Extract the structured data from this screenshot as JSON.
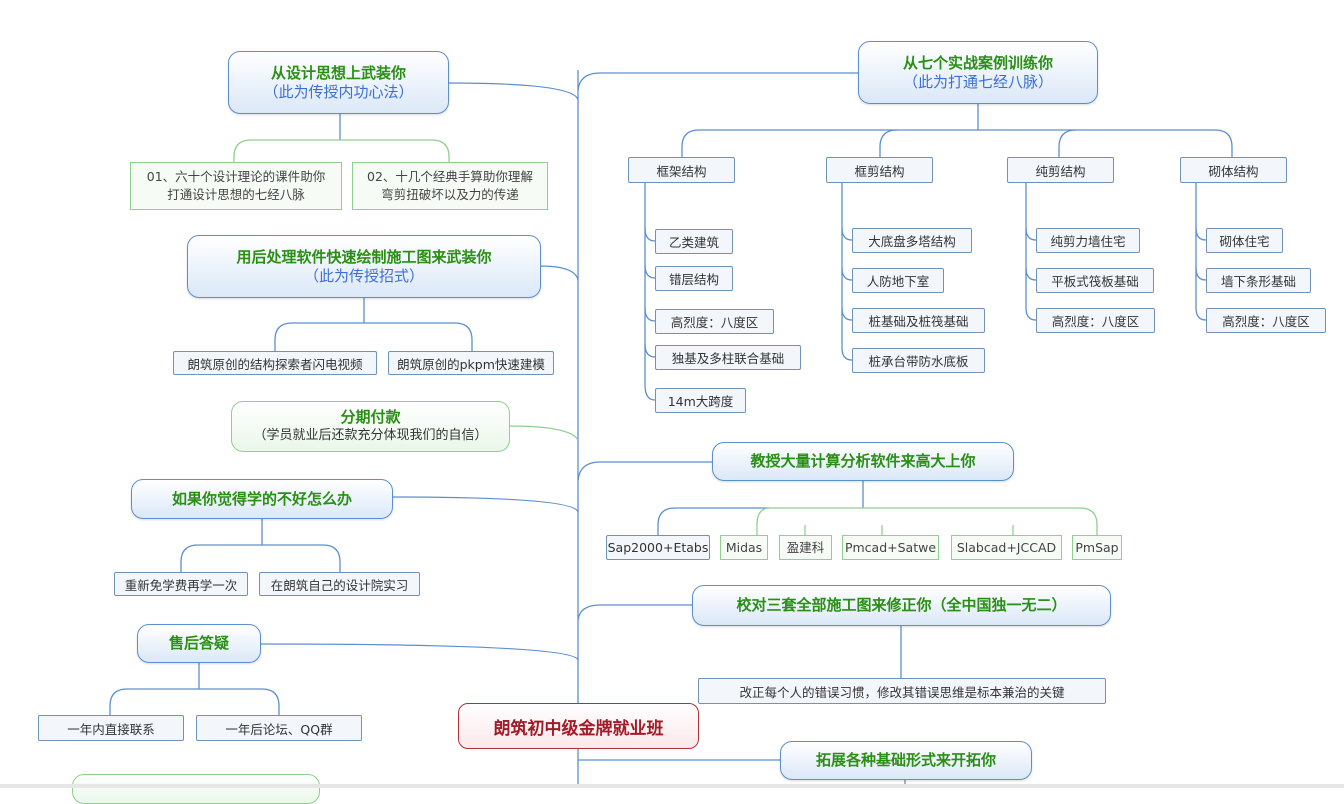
{
  "central": "朗筑初中级金牌就业班",
  "left": {
    "design": {
      "title": "从设计思想上武装你",
      "subtitle": "（此为传授内功心法）",
      "items": [
        "01、六十个设计理论的课件助你打通设计思想的七经八脉",
        "02、十几个经典手算助你理解弯剪扭破坏以及力的传递"
      ],
      "item_lines": [
        [
          "01、六十个设计理论的课件助你",
          "打通设计思想的七经八脉"
        ],
        [
          "02、十几个经典手算助你理解",
          "弯剪扭破坏以及力的传递"
        ]
      ]
    },
    "software": {
      "title": "用后处理软件快速绘制施工图来武装你",
      "subtitle": "（此为传授招式）",
      "items": [
        "朗筑原创的结构探索者闪电视频",
        "朗筑原创的pkpm快速建模"
      ]
    },
    "payment": {
      "title": "分期付款",
      "subtitle": "（学员就业后还款充分体现我们的自信）"
    },
    "poor": {
      "title": "如果你觉得学的不好怎么办",
      "items": [
        "重新免学费再学一次",
        "在朗筑自己的设计院实习"
      ]
    },
    "aftersale": {
      "title": "售后答疑",
      "items": [
        "一年内直接联系",
        "一年后论坛、QQ群"
      ]
    }
  },
  "right": {
    "cases": {
      "title": "从七个实战案例训练你",
      "subtitle": "（此为打通七经八脉）",
      "groups": [
        {
          "name": "框架结构",
          "items": [
            "乙类建筑",
            "错层结构",
            "高烈度：八度区",
            "独基及多柱联合基础",
            "14m大跨度"
          ]
        },
        {
          "name": "框剪结构",
          "items": [
            "大底盘多塔结构",
            "人防地下室",
            "桩基础及桩筏基础",
            "桩承台带防水底板"
          ]
        },
        {
          "name": "纯剪结构",
          "items": [
            "纯剪力墙住宅",
            "平板式筏板基础",
            "高烈度：八度区"
          ]
        },
        {
          "name": "砌体结构",
          "items": [
            "砌体住宅",
            "墙下条形基础",
            "高烈度：八度区"
          ]
        }
      ]
    },
    "analysis": {
      "title": "教授大量计算分析软件来高大上你",
      "items": [
        "Sap2000+Etabs",
        "Midas",
        "盈建科",
        "Pmcad+Satwe",
        "Slabcad+JCCAD",
        "PmSap"
      ]
    },
    "check": {
      "title": "校对三套全部施工图来修正你（全中国独一无二）",
      "items": [
        "改正每个人的错误习惯，修改其错误思维是标本兼治的关键"
      ]
    },
    "foundation": {
      "title": "拓展各种基础形式来开拓你"
    }
  },
  "colors": {
    "trunk": "#5b8fd0",
    "green_branch": "#8fcf8f",
    "title_green": "#2a8f14",
    "subtitle_blue": "#3b6fd6",
    "central_red": "#a01c28"
  }
}
